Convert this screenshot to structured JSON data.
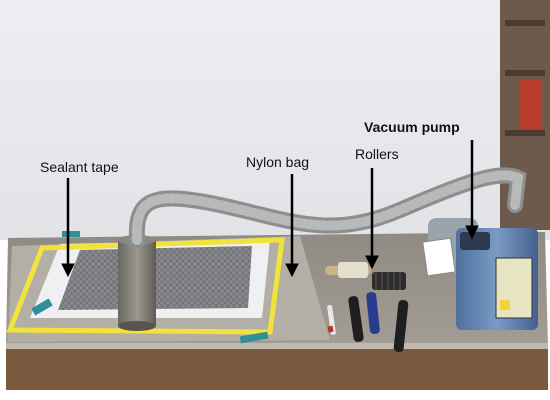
{
  "labels": {
    "sealant_tape": "Sealant tape",
    "nylon_bag": "Nylon bag",
    "rollers": "Rollers",
    "vacuum_pump": "Vacuum pump"
  },
  "colors": {
    "sealant_tape": "#f2e33a",
    "vacuum_pump_body": "#5a7fae",
    "arrow": "#000000"
  }
}
